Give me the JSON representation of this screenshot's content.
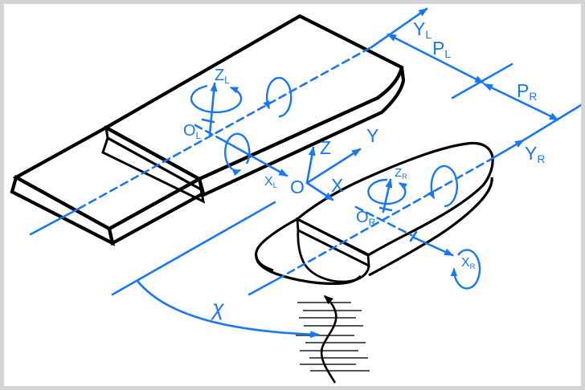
{
  "figure": {
    "colors": {
      "annotation_blue": "#1877f2",
      "outline_black": "#000000",
      "wave_hatch_gray": "#3f3f3f",
      "background": "#ffffff",
      "frame_border": "#d4d4d4"
    },
    "labels": {
      "yl": {
        "main": "Y",
        "sub": "L"
      },
      "pl": {
        "main": "P",
        "sub": "L"
      },
      "pr": {
        "main": "P",
        "sub": "R"
      },
      "yr": {
        "main": "Y",
        "sub": "R"
      },
      "y": "Y",
      "z": "Z",
      "x": "X",
      "o": "O",
      "zl": {
        "main": "Z",
        "sub": "L"
      },
      "ol": {
        "main": "O",
        "sub": "L"
      },
      "xl": {
        "main": "X",
        "sub": "L"
      },
      "zr": {
        "main": "Z",
        "sub": "R"
      },
      "or": {
        "main": "O",
        "sub": "R"
      },
      "xr": {
        "main": "X",
        "sub": "R"
      },
      "wave_angle": "χ"
    }
  }
}
